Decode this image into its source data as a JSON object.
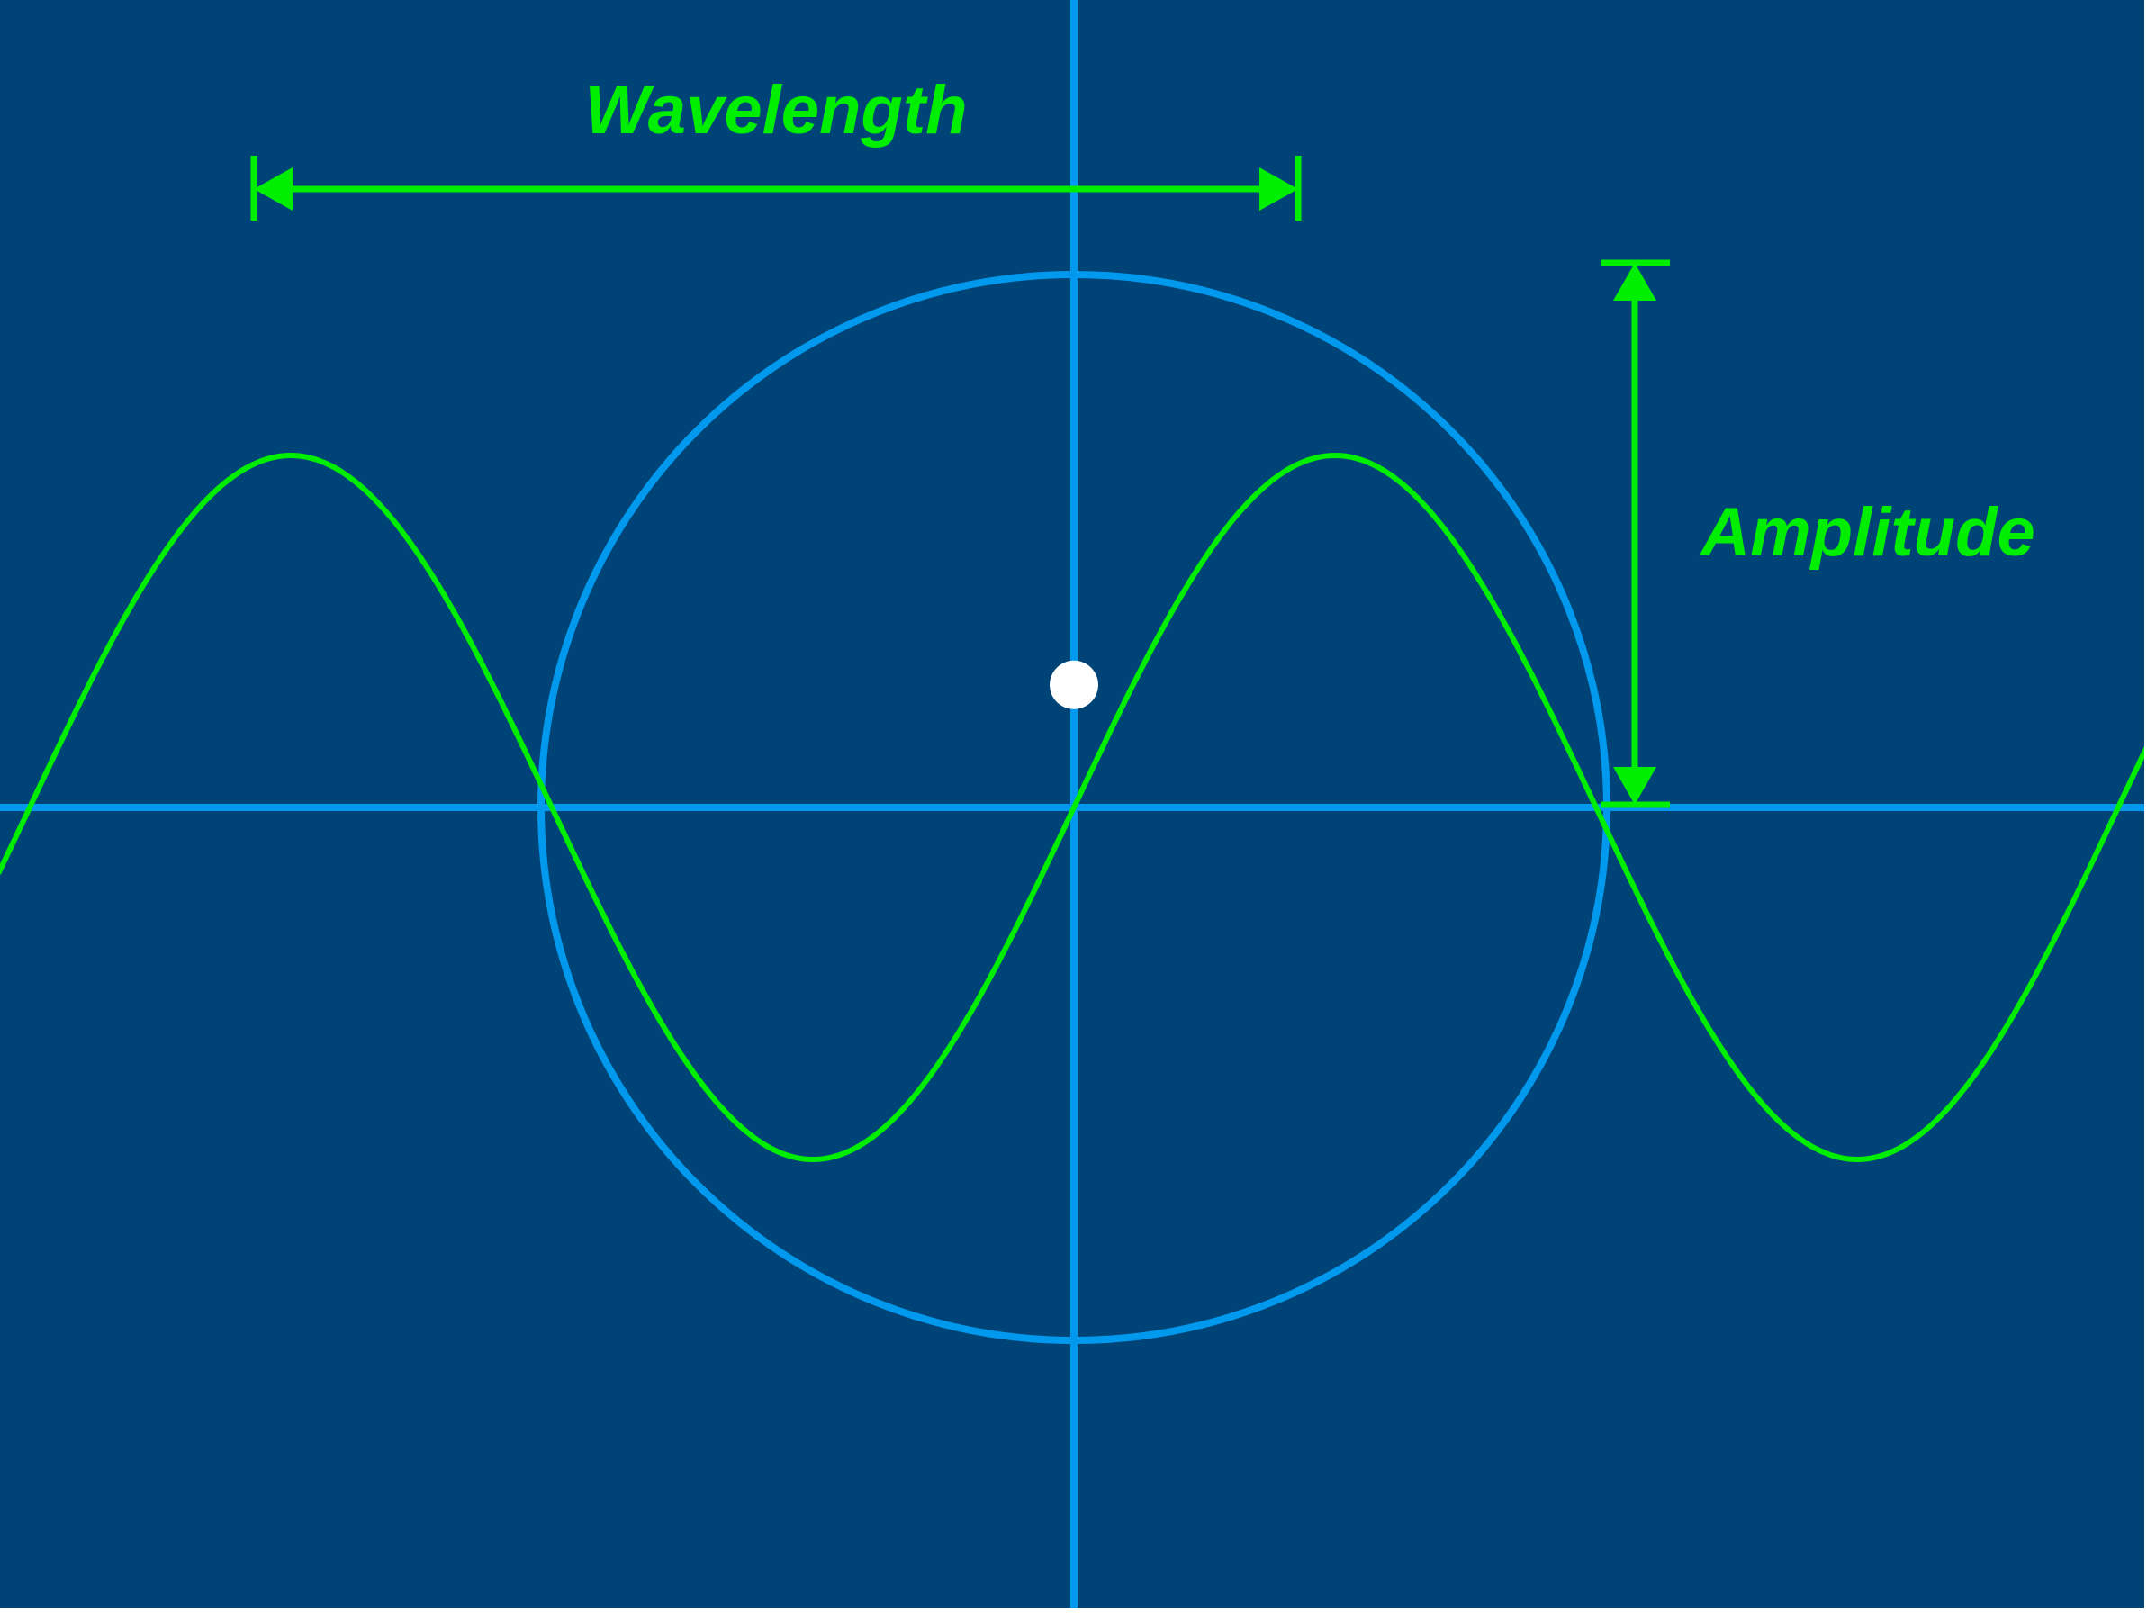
{
  "labels": {
    "wavelength": "Wavelength",
    "amplitude": "Amplitude"
  },
  "colors": {
    "background": "#004477",
    "axis": "#0099ee",
    "circle": "#0099ee",
    "wave": "#00ee00",
    "annotation": "#00ee00",
    "point": "#ffffff"
  },
  "wave": {
    "amplitude": 1,
    "wavelength": 2,
    "phase_peak": -1.5,
    "x_range": [
      -2.06,
      2.06
    ]
  },
  "circle": {
    "radius": 1
  },
  "point": {
    "x": 0,
    "y": 0.23
  }
}
